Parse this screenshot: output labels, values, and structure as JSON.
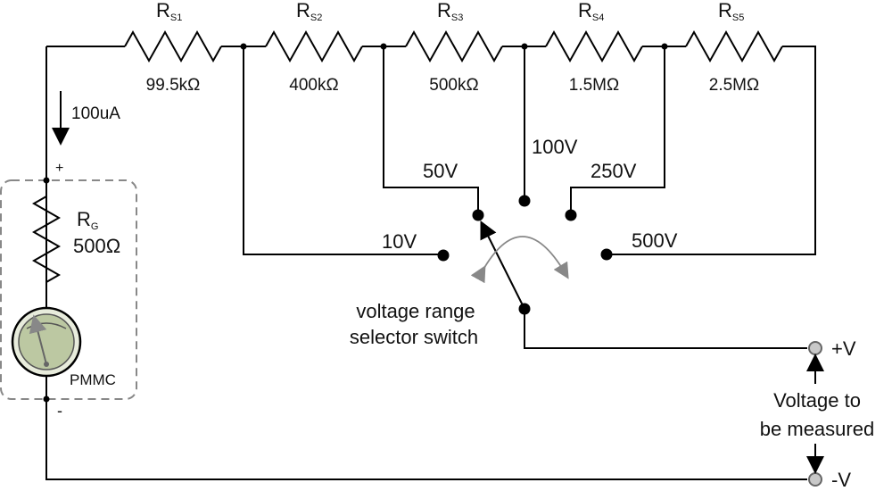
{
  "resistors": [
    {
      "name": "R",
      "sub": "S1",
      "value": "99.5kΩ"
    },
    {
      "name": "R",
      "sub": "S2",
      "value": "400kΩ"
    },
    {
      "name": "R",
      "sub": "S3",
      "value": "500kΩ"
    },
    {
      "name": "R",
      "sub": "S4",
      "value": "1.5MΩ"
    },
    {
      "name": "R",
      "sub": "S5",
      "value": "2.5MΩ"
    }
  ],
  "current_label": "100uA",
  "meter": {
    "rg_name": "R",
    "rg_sub": "G",
    "rg_value": "500Ω",
    "pmmc_label": "PMMC",
    "plus": "+",
    "minus": "-"
  },
  "switch": {
    "positions": [
      "10V",
      "50V",
      "100V",
      "250V",
      "500V"
    ],
    "caption_line1": "voltage range",
    "caption_line2": "selector switch"
  },
  "terminals": {
    "plus": "+V",
    "minus": "-V",
    "caption_line1": "Voltage to",
    "caption_line2": "be measured"
  }
}
